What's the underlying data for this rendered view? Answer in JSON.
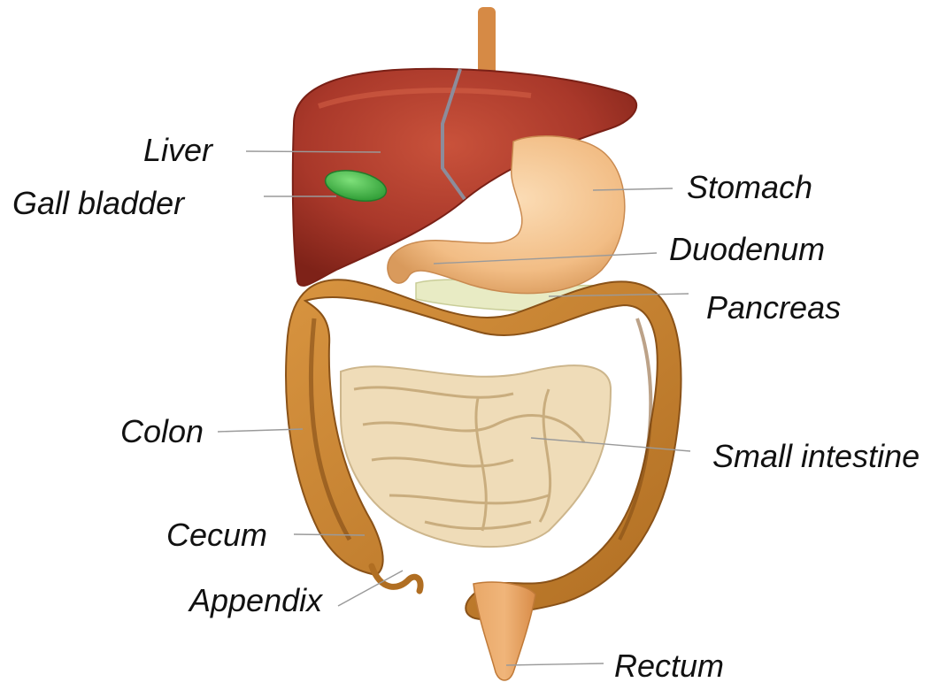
{
  "labels": {
    "liver": "Liver",
    "gall_bladder": "Gall bladder",
    "stomach": "Stomach",
    "duodenum": "Duodenum",
    "pancreas": "Pancreas",
    "colon": "Colon",
    "small_intestine": "Small intestine",
    "cecum": "Cecum",
    "appendix": "Appendix",
    "rectum": "Rectum"
  },
  "colors": {
    "liver": "#a9382a",
    "gall_bladder": "#3fb63f",
    "stomach": "#f2bd85",
    "colon": "#c8822d",
    "small_intestine": "#efdcb8",
    "pancreas": "#e8ebc4",
    "esophagus": "#d68a45",
    "rectum": "#e39a55"
  }
}
